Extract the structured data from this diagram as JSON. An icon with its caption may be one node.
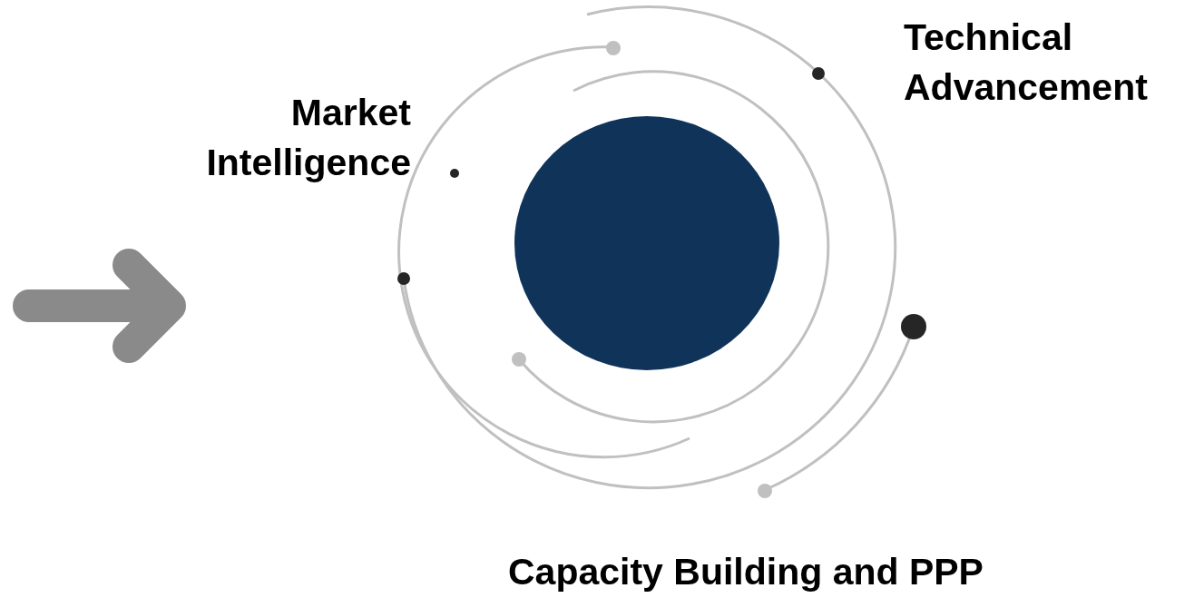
{
  "diagram": {
    "nodes": [
      {
        "text": [],
        "shape": "circle"
      }
    ],
    "labels": [
      "Market Intelligence",
      "Technical Advancement",
      "Capacity Building and PPP"
    ]
  }
}
